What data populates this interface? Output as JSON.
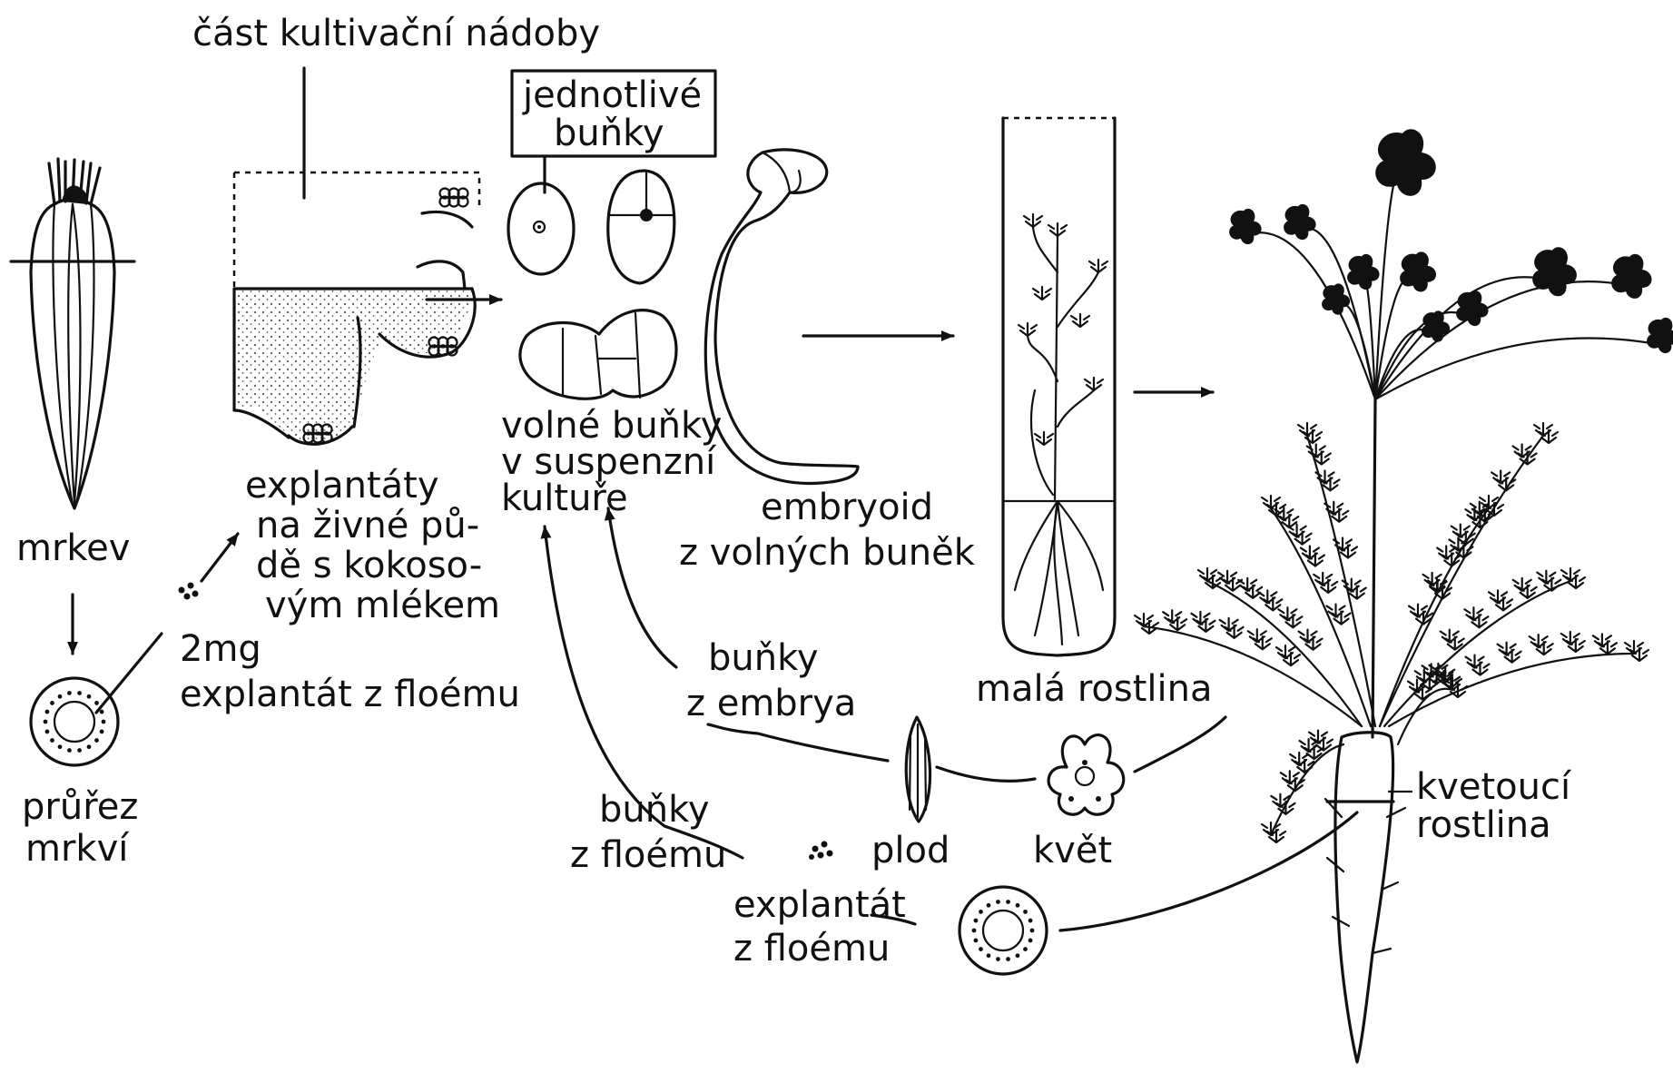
{
  "labels": {
    "vessel": "část kultivační nádoby",
    "single_cells_1": "jednotlivé",
    "single_cells_2": "buňky",
    "carrot": "mrkev",
    "cross_section_1": "průřez",
    "cross_section_2": "mrkví",
    "explants_1": "explantáty",
    "explants_2": "na živné pů-",
    "explants_3": "dě s kokoso-",
    "explants_4": "vým mlékem",
    "mass": "2mg",
    "phloem_explant": "explantát z floému",
    "free_cells_1": "volné buňky",
    "free_cells_2": "v suspenzní",
    "free_cells_3": "kultuře",
    "embryoid_1": "embryoid",
    "embryoid_2": "z volných buněk",
    "small_plant": "malá rostlina",
    "embryo_cells_1": "buňky",
    "embryo_cells_2": "z embrya",
    "phloem_cells_1": "buňky",
    "phloem_cells_2": "z floému",
    "fruit": "plod",
    "flower": "květ",
    "flowering_1": "kvetoucí",
    "flowering_2": "rostlina",
    "bottom_explant_1": "explantát",
    "bottom_explant_2": "z floému"
  },
  "colors": {
    "ink": "#111111",
    "paper": "#ffffff",
    "stipple": "#555555"
  }
}
